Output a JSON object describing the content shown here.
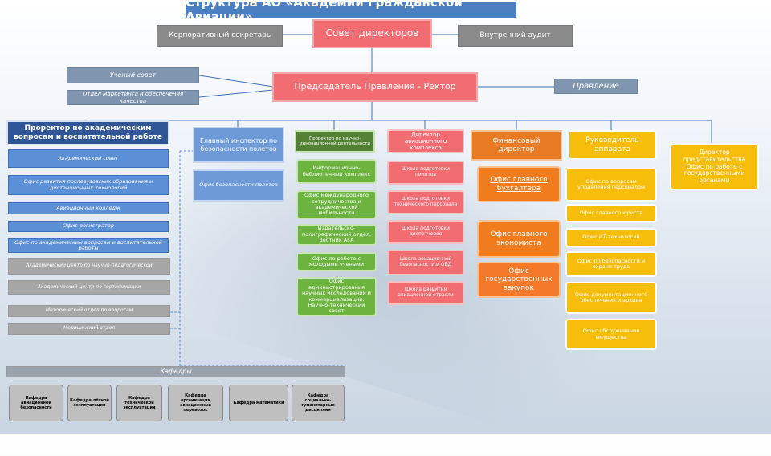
{
  "title": "Структура АО «Академии Гражданской Авиации»",
  "top": {
    "board": "Совет директоров",
    "secretary": "Корпоративный секретарь",
    "audit": "Внутренний аудит",
    "chairman": "Председатель Правления - Ректор",
    "academic_council": "Ученый совет",
    "marketing": "Отдел маркетинга и обеспечения качества",
    "management_board": "Правление"
  },
  "col1": {
    "header": "Проректор по академическим вопросам и воспитательной работе",
    "items": [
      "Академический совет",
      "Офис развития послевузовских образования и дистанционных технологий",
      "Авиационный колледж",
      "Офис регистратор",
      "Офис по академическим вопросам и воспитательной работы",
      "Академический центр по научно-педагогической",
      "Академический центр по сертификации",
      "Методический отдел по вопросам",
      "Медицинский отдел"
    ]
  },
  "col2": {
    "header": "Главный инспектор по безопасности полетов",
    "items": [
      "Офис безопасности полетов"
    ]
  },
  "col3": {
    "header": "Проректор по научно-инновационной деятельности",
    "items": [
      "Информационно-библиотечный комплекс",
      "Офис международного сотрудничества и академической мобильности",
      "Издательско-полиграфический отдел, Вестник АГА",
      "Офис по работе с молодыми учеными",
      "Офис администрирования научных исследований и коммерциализации, Научно-технический совет"
    ]
  },
  "col4": {
    "header": "Директор авиационного комплекса",
    "items": [
      "Школа подготовки пилотов",
      "Школа подготовки технического персонала",
      "Школа подготовки диспетчеров",
      "Школа авиационной безопасности и ОВД",
      "Школа развития авиационной отрасли"
    ]
  },
  "col5": {
    "header": "Финансовый директор",
    "items": [
      "Офис главного бухгалтера",
      "Офис главного экономиста",
      "Офис государственных закупок"
    ]
  },
  "col6": {
    "header": "Руководитель аппарата",
    "items": [
      "Офис по вопросам управления персоналом",
      "Офис главного юриста",
      "Офис ИТ-технологий",
      "Офис по безопасности и охране труда",
      "Офис документационного обеспечения и архива",
      "Офис обслуживания имущества"
    ]
  },
  "col7": {
    "header": "Директор представительства Офис по работе с государственными органами"
  },
  "departments": {
    "label": "Кафедры",
    "items": [
      "Кафедра авиационной безопасности",
      "Кафедра лётной эксплуатации",
      "Кафедра технической эксплуатации",
      "Кафедра организации авиационных перевозок",
      "Кафедра математики",
      "Кафедра социально-гуманитарных дисциплин"
    ]
  }
}
